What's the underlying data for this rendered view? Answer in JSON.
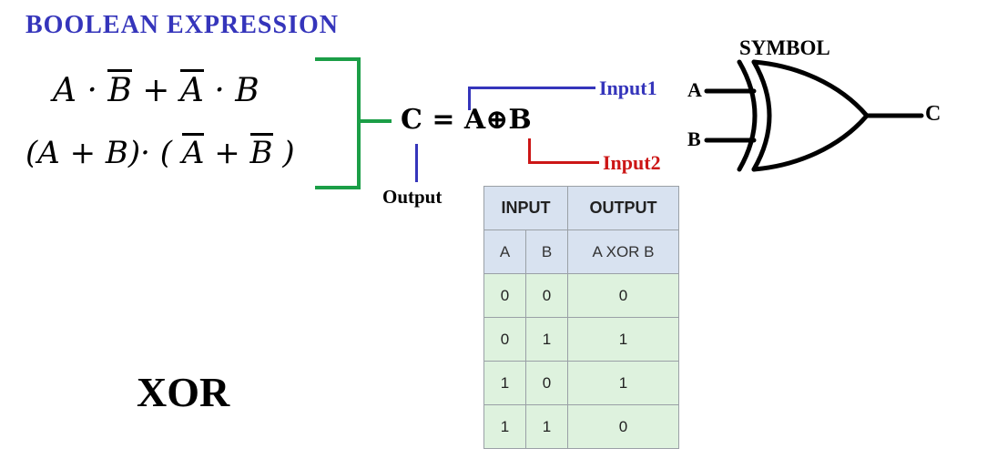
{
  "title": "BOOLEAN EXPRESSION",
  "caption": "XOR",
  "equation": "C = A⊕B",
  "labels": {
    "input1": "Input1",
    "input2": "Input2",
    "output": "Output",
    "symbol": "SYMBOL",
    "gate_input_a": "A",
    "gate_input_b": "B",
    "gate_output": "C"
  },
  "expressions": {
    "line1": [
      {
        "t": "A",
        "o": false
      },
      {
        "t": " · ",
        "o": false
      },
      {
        "t": "B",
        "o": true
      },
      {
        "t": " + ",
        "o": false
      },
      {
        "t": "A",
        "o": true
      },
      {
        "t": " · ",
        "o": false
      },
      {
        "t": "B",
        "o": false
      }
    ],
    "line2": [
      {
        "t": "(A + B)· ( ",
        "o": false
      },
      {
        "t": "A",
        "o": true
      },
      {
        "t": " + ",
        "o": false
      },
      {
        "t": "B",
        "o": true
      },
      {
        "t": " )",
        "o": false
      }
    ]
  },
  "table": {
    "headers": {
      "input": "INPUT",
      "output": "OUTPUT"
    },
    "subheaders": [
      "A",
      "B",
      "A XOR B"
    ],
    "rows": [
      [
        "0",
        "0",
        "0"
      ],
      [
        "0",
        "1",
        "1"
      ],
      [
        "1",
        "0",
        "1"
      ],
      [
        "1",
        "1",
        "0"
      ]
    ]
  },
  "colors": {
    "title_blue": "#3535bb",
    "wire_blue": "#3535bb",
    "wire_red": "#cc1616",
    "bracket_green": "#1b9e47",
    "table_header_bg": "#d8e2f0",
    "table_body_bg": "#def2de"
  }
}
